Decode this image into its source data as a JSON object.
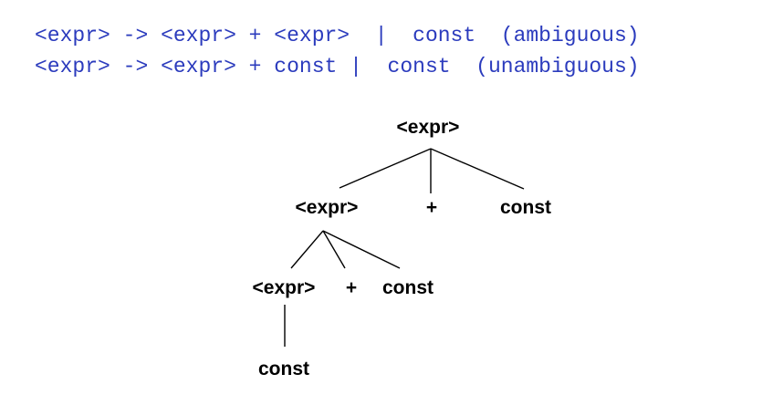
{
  "colors": {
    "grammar_text": "#2b3bbd",
    "tree_text": "#000000",
    "tree_edges": "#000000",
    "background": "#ffffff"
  },
  "grammar": {
    "rules": [
      {
        "lhs": "<expr>",
        "arrow": "->",
        "rhs": "<expr> + <expr>",
        "separator": "|",
        "alternative": "const",
        "note": "(ambiguous)"
      },
      {
        "lhs": "<expr>",
        "arrow": "->",
        "rhs": "<expr> + const",
        "separator": "|",
        "alternative": "const",
        "note": "(unambiguous)"
      }
    ]
  },
  "parse_tree": {
    "nodes": {
      "root": "<expr>",
      "l1_expr": "<expr>",
      "l1_plus": "+",
      "l1_const": "const",
      "l2_expr": "<expr>",
      "l2_plus": "+",
      "l2_const": "const",
      "l3_const": "const"
    },
    "edges": [
      [
        "root",
        "l1_expr"
      ],
      [
        "root",
        "l1_plus"
      ],
      [
        "root",
        "l1_const"
      ],
      [
        "l1_expr",
        "l2_expr"
      ],
      [
        "l1_expr",
        "l2_plus"
      ],
      [
        "l1_expr",
        "l2_const"
      ],
      [
        "l2_expr",
        "l3_const"
      ]
    ]
  }
}
